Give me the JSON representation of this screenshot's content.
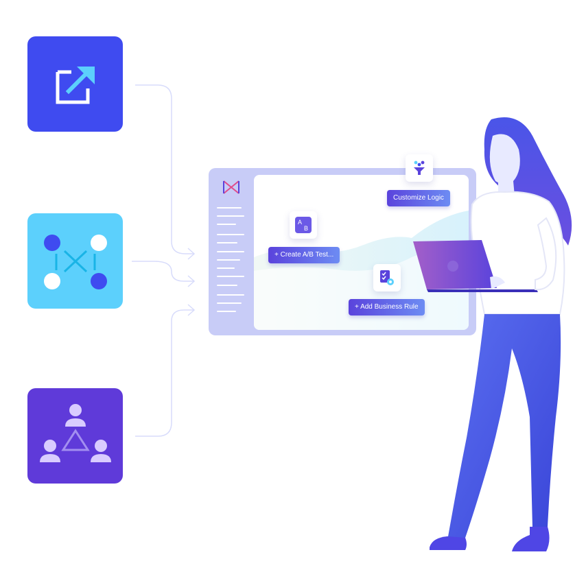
{
  "features": [
    {
      "name": "external-link",
      "caption_lines": [
        "",
        ""
      ]
    },
    {
      "name": "connections",
      "caption_lines": [
        "",
        ""
      ]
    },
    {
      "name": "people-network",
      "caption_lines": [
        "",
        ""
      ]
    }
  ],
  "app": {
    "actions": {
      "customize_logic": "Customize Logic",
      "create_ab_test": "+ Create A/B Test...",
      "add_business_rule": "+ Add Business Rule"
    },
    "ab_badge": {
      "a": "A",
      "b": "B"
    }
  },
  "colors": {
    "tile_blue": "#3f4bf0",
    "tile_cyan": "#5cd0fc",
    "tile_purple": "#5f3ad9",
    "accent_purple": "#5a43dc",
    "accent_light": "#6d8cf3"
  },
  "icons": [
    "external-link-icon",
    "connections-icon",
    "people-network-icon",
    "app-logo-icon",
    "funnel-icon",
    "ab-test-icon",
    "checklist-gear-icon",
    "laptop-icon"
  ]
}
